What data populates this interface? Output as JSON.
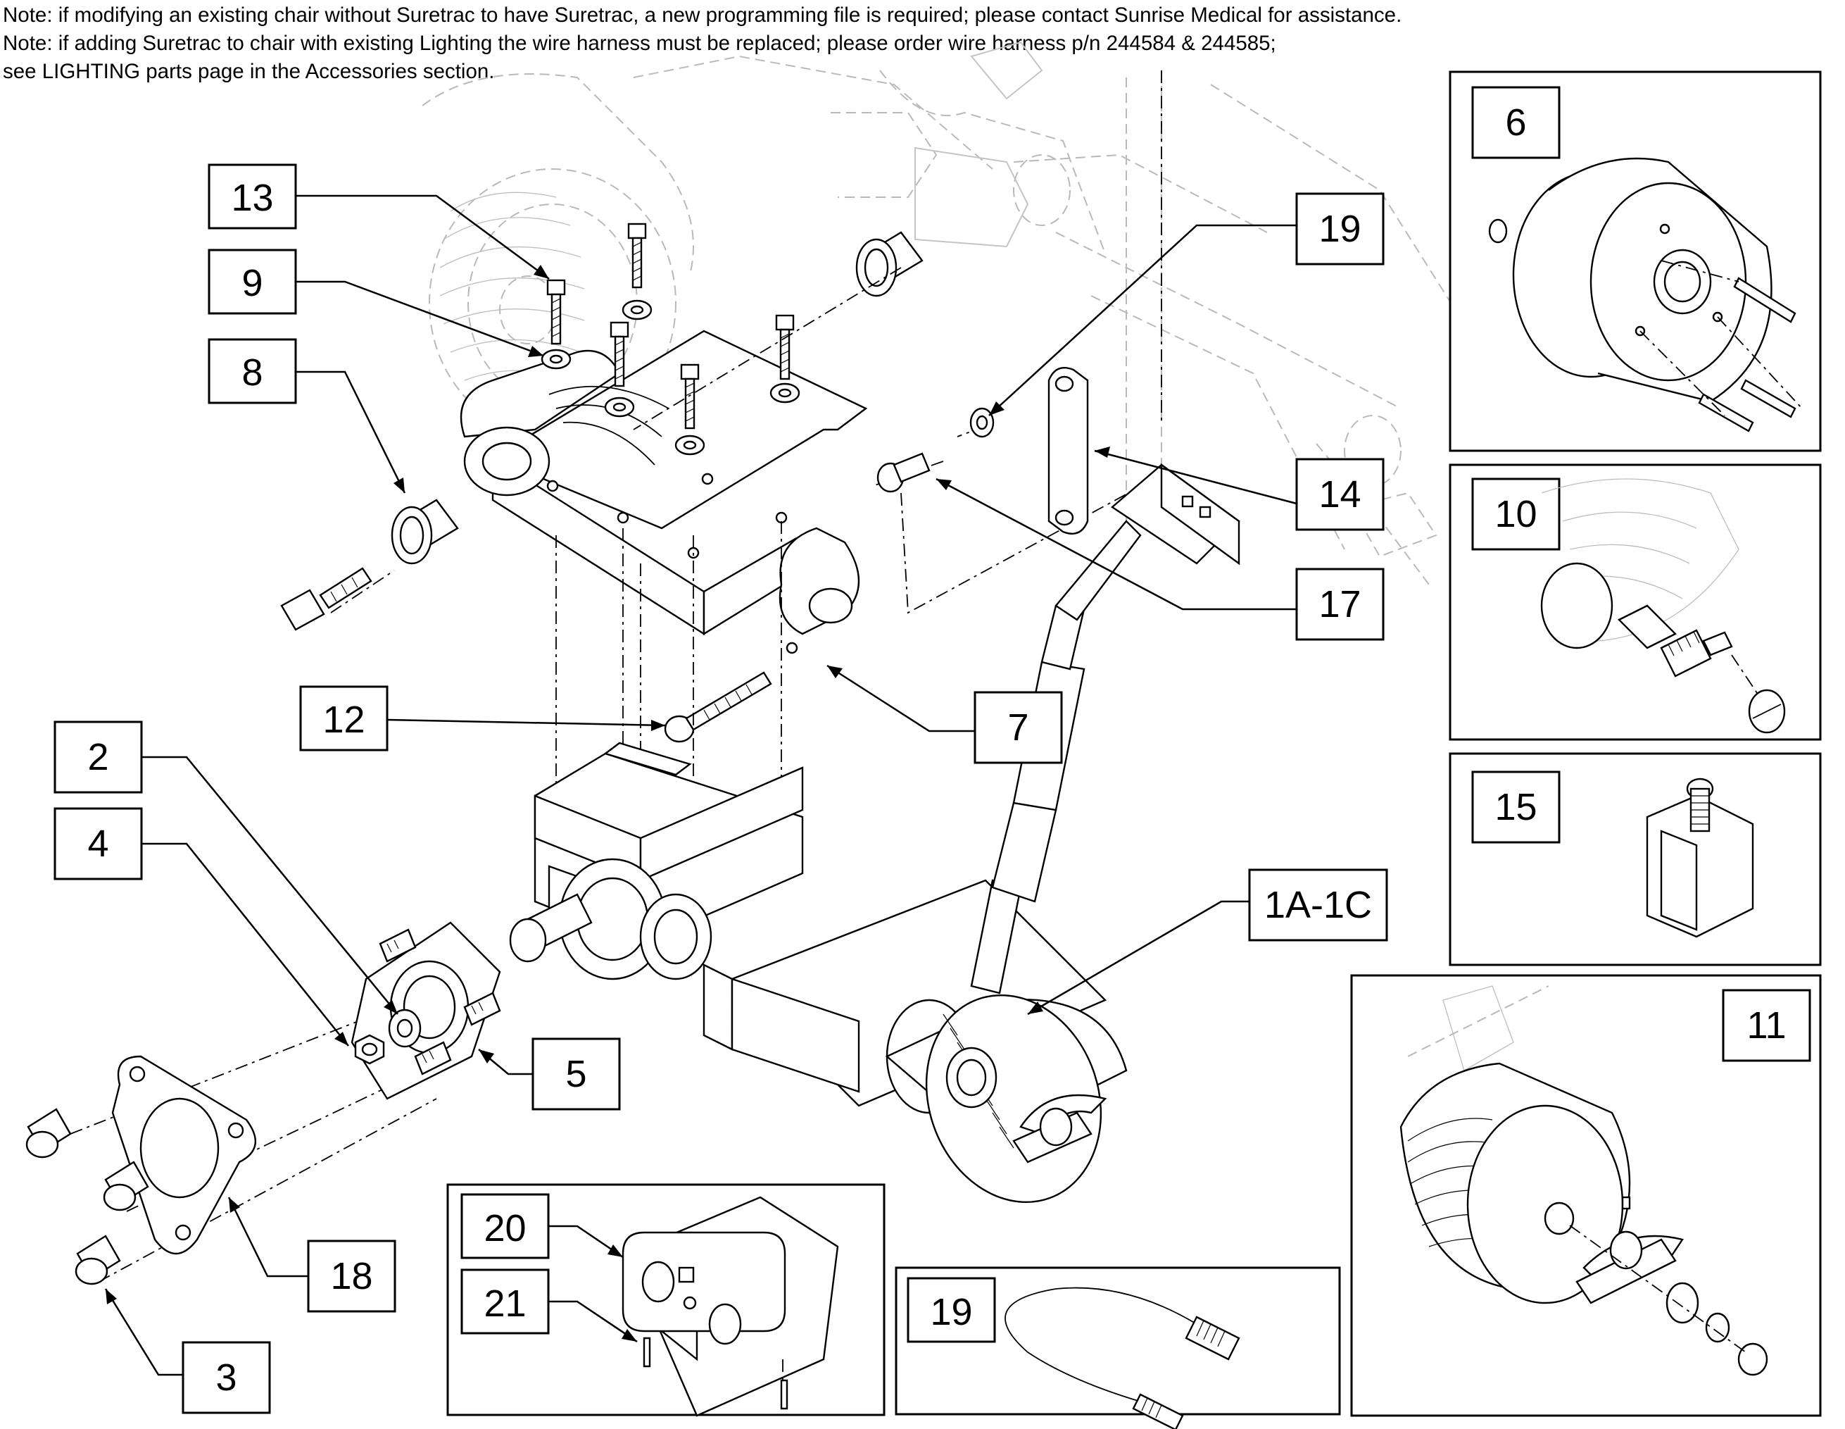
{
  "notes": [
    "Note: if modifying an existing chair without Suretrac to have Suretrac, a new programming file is required; please contact Sunrise Medical for assistance.",
    "Note: if adding Suretrac to chair with existing Lighting the wire harness must be replaced; please order wire harness p/n 244584 & 244585;",
    "see LIGHTING parts page in the Accessories section."
  ],
  "callouts": {
    "c13": "13",
    "c9": "9",
    "c8": "8",
    "c19_main": "19",
    "c14": "14",
    "c17": "17",
    "c12": "12",
    "c7": "7",
    "c2": "2",
    "c4": "4",
    "c5": "5",
    "c1a": "1A-1C",
    "c18": "18",
    "c3": "3",
    "c20": "20",
    "c21": "21",
    "c6": "6",
    "c10": "10",
    "c15": "15",
    "c11": "11",
    "c19_inset": "19"
  }
}
